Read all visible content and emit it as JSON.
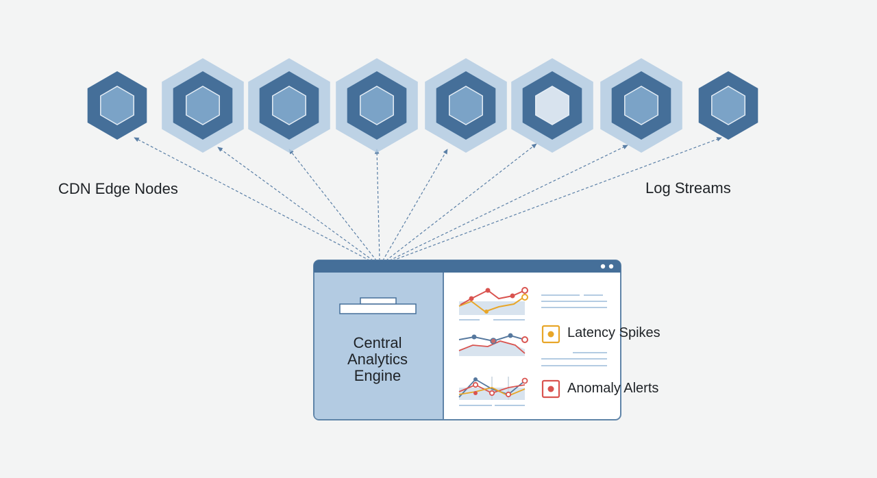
{
  "labels": {
    "left": "CDN Edge Nodes",
    "right": "Log Streams"
  },
  "engine": {
    "title": "Central\nAnalytics\nEngine"
  },
  "legend": {
    "latency": "Latency Spikes",
    "anomaly": "Anomaly Alerts"
  },
  "colors": {
    "background": "#f3f4f4",
    "hex_dark": "#456f99",
    "hex_inner": "#7ba3c7",
    "hex_halo": "#b3cbe2",
    "panel_left": "#b3cbe2",
    "panel_border": "#5f84a8",
    "series_red": "#d9534f",
    "series_orange": "#e8a628",
    "series_blue": "#56789e",
    "connector": "#5a7fa6"
  },
  "nodes": [
    {
      "halo": false,
      "variant": "dark"
    },
    {
      "halo": true,
      "variant": "dark"
    },
    {
      "halo": true,
      "variant": "dark"
    },
    {
      "halo": true,
      "variant": "dark"
    },
    {
      "halo": true,
      "variant": "dark"
    },
    {
      "halo": true,
      "variant": "light"
    },
    {
      "halo": true,
      "variant": "dark"
    },
    {
      "halo": false,
      "variant": "dark"
    }
  ]
}
